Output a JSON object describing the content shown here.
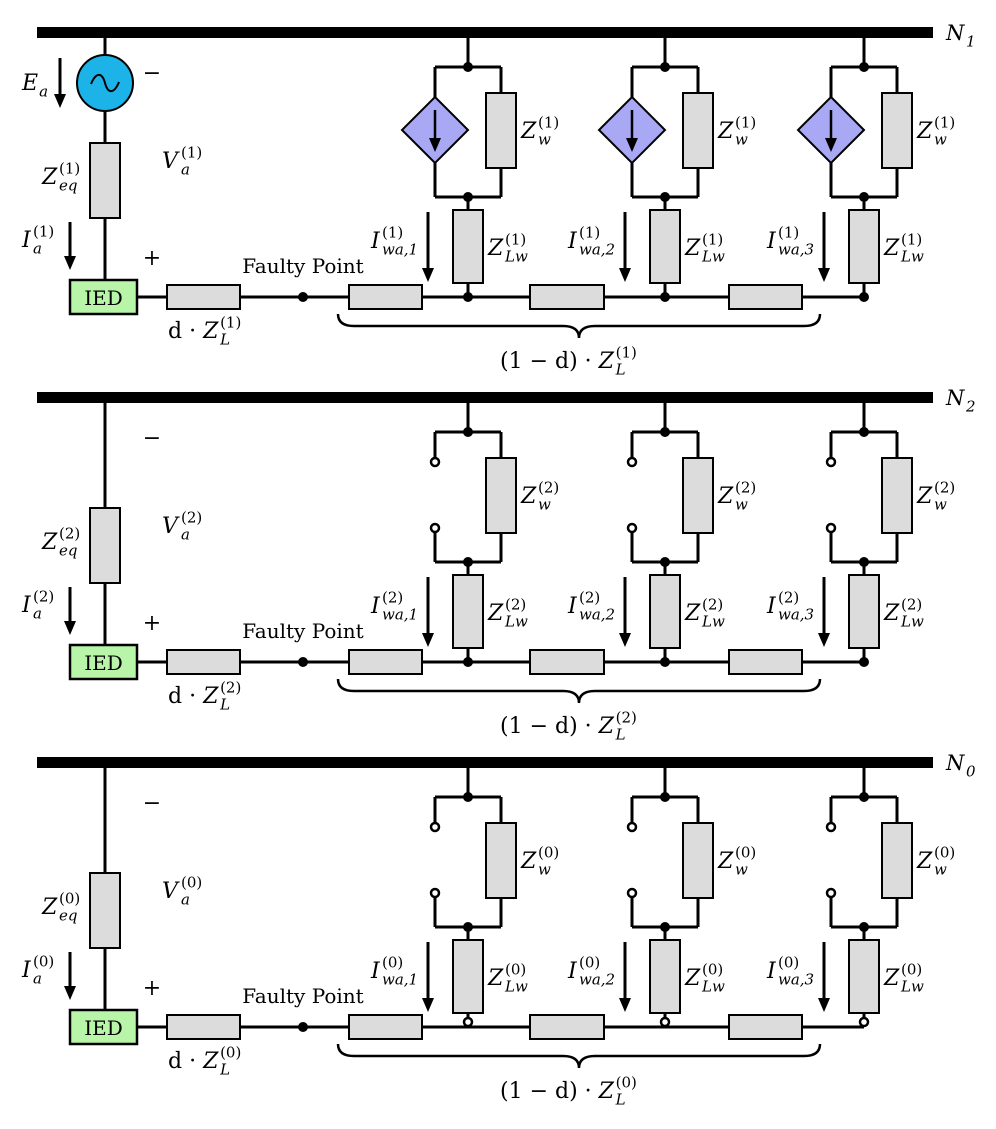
{
  "colors": {
    "source": "#1bb3e8",
    "dependent_source": "#a8a8f4",
    "ied_box": "#b8f5a8",
    "resistor": "#dcdcdc"
  },
  "source_emf": {
    "sym": "E",
    "sub": "a"
  },
  "sections": [
    {
      "seq": "(1)",
      "bus": {
        "sym": "N",
        "sub": "1"
      },
      "minus": "−",
      "plus": "+",
      "zeq": {
        "sym": "Z",
        "sup": "(1)",
        "sub": "eq"
      },
      "va": {
        "sym": "V",
        "sup": "(1)",
        "sub": "a"
      },
      "ia": {
        "sym": "I",
        "sup": "(1)",
        "sub": "a"
      },
      "ied": "IED",
      "dzl": {
        "prefix": "d · ",
        "sym": "Z",
        "sup": "(1)",
        "sub": "L"
      },
      "faulty": "Faulty Point",
      "branches": [
        {
          "zw": {
            "sym": "Z",
            "sup": "(1)",
            "sub": "w"
          },
          "zlw": {
            "sym": "Z",
            "sup": "(1)",
            "sub": "Lw"
          },
          "iwa": {
            "sym": "I",
            "sup": "(1)",
            "sub": "wa,1"
          }
        },
        {
          "zw": {
            "sym": "Z",
            "sup": "(1)",
            "sub": "w"
          },
          "zlw": {
            "sym": "Z",
            "sup": "(1)",
            "sub": "Lw"
          },
          "iwa": {
            "sym": "I",
            "sup": "(1)",
            "sub": "wa,2"
          }
        },
        {
          "zw": {
            "sym": "Z",
            "sup": "(1)",
            "sub": "w"
          },
          "zlw": {
            "sym": "Z",
            "sup": "(1)",
            "sub": "Lw"
          },
          "iwa": {
            "sym": "I",
            "sup": "(1)",
            "sub": "wa,3"
          }
        }
      ],
      "brace": {
        "prefix": "(1 − d) · ",
        "sym": "Z",
        "sup": "(1)",
        "sub": "L"
      }
    },
    {
      "seq": "(2)",
      "bus": {
        "sym": "N",
        "sub": "2"
      },
      "minus": "−",
      "plus": "+",
      "zeq": {
        "sym": "Z",
        "sup": "(2)",
        "sub": "eq"
      },
      "va": {
        "sym": "V",
        "sup": "(2)",
        "sub": "a"
      },
      "ia": {
        "sym": "I",
        "sup": "(2)",
        "sub": "a"
      },
      "ied": "IED",
      "dzl": {
        "prefix": "d · ",
        "sym": "Z",
        "sup": "(2)",
        "sub": "L"
      },
      "faulty": "Faulty Point",
      "branches": [
        {
          "zw": {
            "sym": "Z",
            "sup": "(2)",
            "sub": "w"
          },
          "zlw": {
            "sym": "Z",
            "sup": "(2)",
            "sub": "Lw"
          },
          "iwa": {
            "sym": "I",
            "sup": "(2)",
            "sub": "wa,1"
          }
        },
        {
          "zw": {
            "sym": "Z",
            "sup": "(2)",
            "sub": "w"
          },
          "zlw": {
            "sym": "Z",
            "sup": "(2)",
            "sub": "Lw"
          },
          "iwa": {
            "sym": "I",
            "sup": "(2)",
            "sub": "wa,2"
          }
        },
        {
          "zw": {
            "sym": "Z",
            "sup": "(2)",
            "sub": "w"
          },
          "zlw": {
            "sym": "Z",
            "sup": "(2)",
            "sub": "Lw"
          },
          "iwa": {
            "sym": "I",
            "sup": "(2)",
            "sub": "wa,3"
          }
        }
      ],
      "brace": {
        "prefix": "(1 − d) · ",
        "sym": "Z",
        "sup": "(2)",
        "sub": "L"
      }
    },
    {
      "seq": "(0)",
      "bus": {
        "sym": "N",
        "sub": "0"
      },
      "minus": "−",
      "plus": "+",
      "zeq": {
        "sym": "Z",
        "sup": "(0)",
        "sub": "eq"
      },
      "va": {
        "sym": "V",
        "sup": "(0)",
        "sub": "a"
      },
      "ia": {
        "sym": "I",
        "sup": "(0)",
        "sub": "a"
      },
      "ied": "IED",
      "dzl": {
        "prefix": "d · ",
        "sym": "Z",
        "sup": "(0)",
        "sub": "L"
      },
      "faulty": "Faulty Point",
      "branches": [
        {
          "zw": {
            "sym": "Z",
            "sup": "(0)",
            "sub": "w"
          },
          "zlw": {
            "sym": "Z",
            "sup": "(0)",
            "sub": "Lw"
          },
          "iwa": {
            "sym": "I",
            "sup": "(0)",
            "sub": "wa,1"
          }
        },
        {
          "zw": {
            "sym": "Z",
            "sup": "(0)",
            "sub": "w"
          },
          "zlw": {
            "sym": "Z",
            "sup": "(0)",
            "sub": "Lw"
          },
          "iwa": {
            "sym": "I",
            "sup": "(0)",
            "sub": "wa,2"
          }
        },
        {
          "zw": {
            "sym": "Z",
            "sup": "(0)",
            "sub": "w"
          },
          "zlw": {
            "sym": "Z",
            "sup": "(0)",
            "sub": "Lw"
          },
          "iwa": {
            "sym": "I",
            "sup": "(0)",
            "sub": "wa,3"
          }
        }
      ],
      "brace": {
        "prefix": "(1 − d) · ",
        "sym": "Z",
        "sup": "(0)",
        "sub": "L"
      }
    }
  ]
}
